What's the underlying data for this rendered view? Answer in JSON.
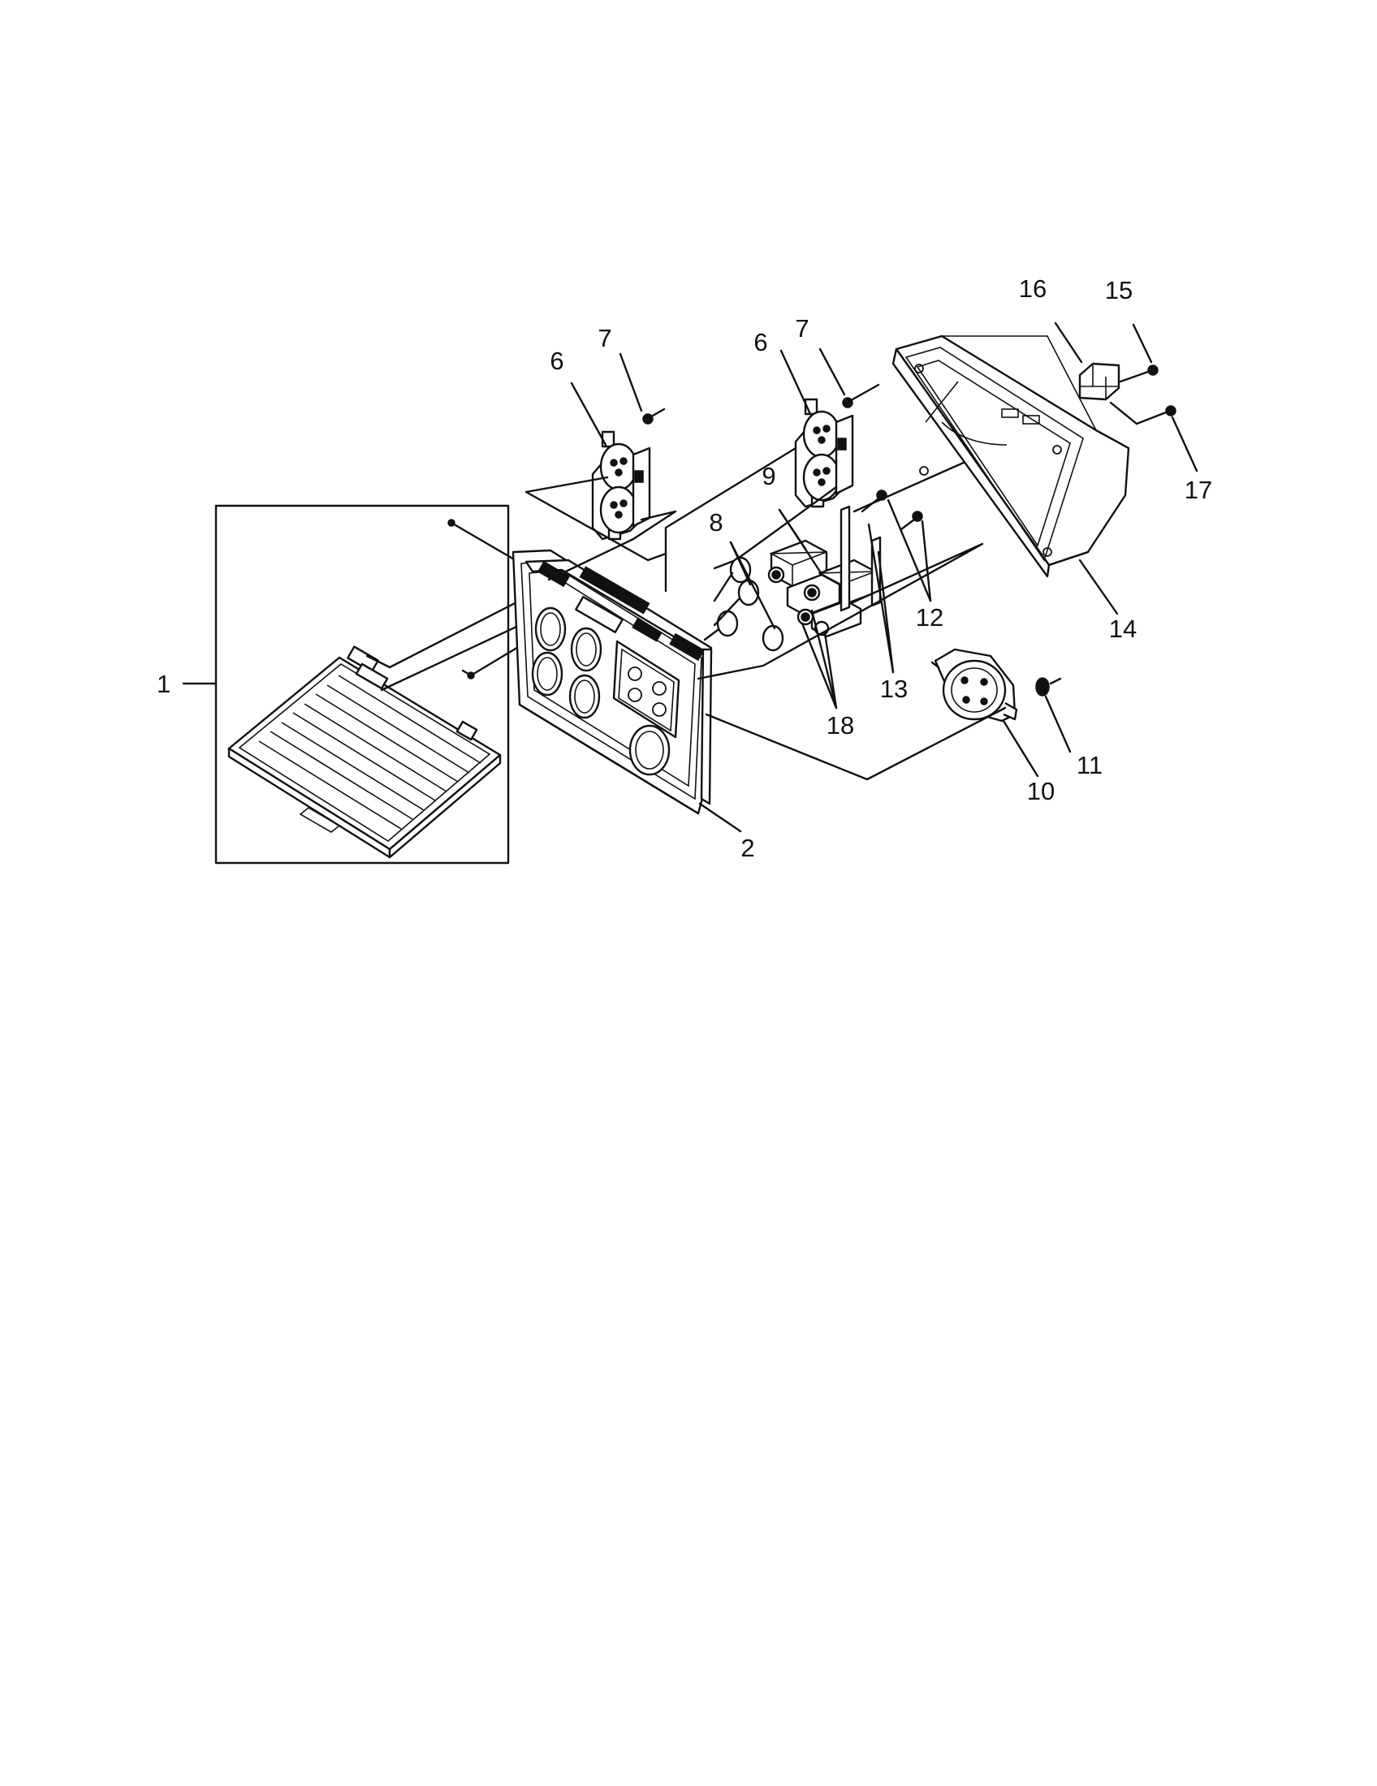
{
  "diagram": {
    "callouts": [
      {
        "id": "c1",
        "text": "1"
      },
      {
        "id": "c2",
        "text": "2"
      },
      {
        "id": "c6a",
        "text": "6"
      },
      {
        "id": "c7a",
        "text": "7"
      },
      {
        "id": "c6b",
        "text": "6"
      },
      {
        "id": "c7b",
        "text": "7"
      },
      {
        "id": "c8",
        "text": "8"
      },
      {
        "id": "c9",
        "text": "9"
      },
      {
        "id": "c10",
        "text": "10"
      },
      {
        "id": "c11",
        "text": "11"
      },
      {
        "id": "c12",
        "text": "12"
      },
      {
        "id": "c13",
        "text": "13"
      },
      {
        "id": "c14",
        "text": "14"
      },
      {
        "id": "c15",
        "text": "15"
      },
      {
        "id": "c16",
        "text": "16"
      },
      {
        "id": "c17",
        "text": "17"
      },
      {
        "id": "c18",
        "text": "18"
      }
    ]
  }
}
